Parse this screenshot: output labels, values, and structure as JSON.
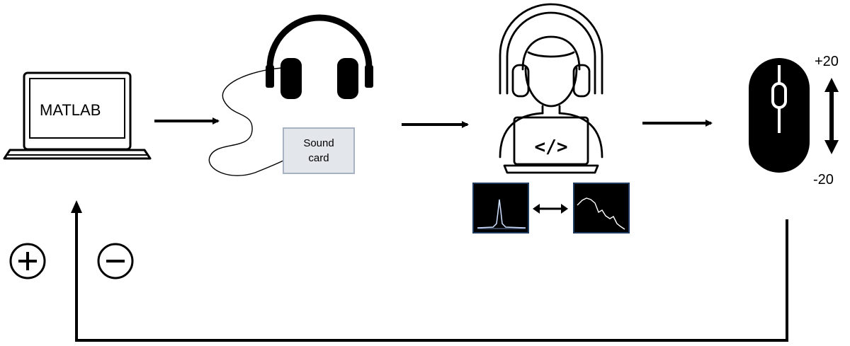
{
  "laptop": {
    "screen_label": "MATLAB"
  },
  "sound_card": {
    "line1": "Sound",
    "line2": "card"
  },
  "mouse": {
    "upper_value": "+20",
    "lower_value": "-20"
  },
  "feedback": {
    "positive_symbol": "plus-circle-icon",
    "negative_symbol": "minus-circle-icon"
  },
  "colors": {
    "stroke": "#000000",
    "spectrum_bg": "#000000",
    "spectrum_frame": "#1f3a5f",
    "sound_card_fill": "#e3e6eb",
    "sound_card_border": "#a7b2c2"
  }
}
